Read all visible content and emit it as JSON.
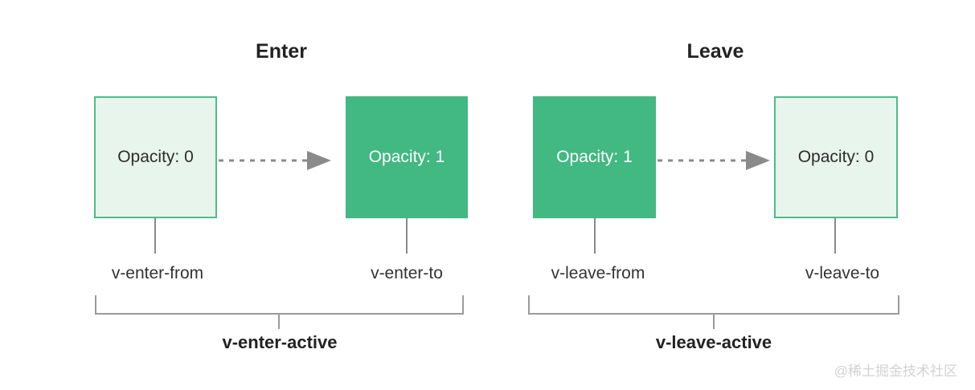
{
  "panels": [
    {
      "title": "Enter",
      "from_box_label": "Opacity: 0",
      "to_box_label": "Opacity: 1",
      "from_label": "v-enter-from",
      "to_label": "v-enter-to",
      "active_label": "v-enter-active"
    },
    {
      "title": "Leave",
      "from_box_label": "Opacity: 1",
      "to_box_label": "Opacity: 0",
      "from_label": "v-leave-from",
      "to_label": "v-leave-to",
      "active_label": "v-leave-active"
    }
  ],
  "colors": {
    "solid_green": "#42b883",
    "light_green_bg": "#e8f5ec",
    "light_green_border": "#4cbd8c",
    "line_gray": "#8a8a8a",
    "bracket_gray": "#9a9a9a",
    "text_dark": "#222222",
    "watermark_gray": "#d2d2d2"
  },
  "watermark": "@稀土掘金技术社区"
}
